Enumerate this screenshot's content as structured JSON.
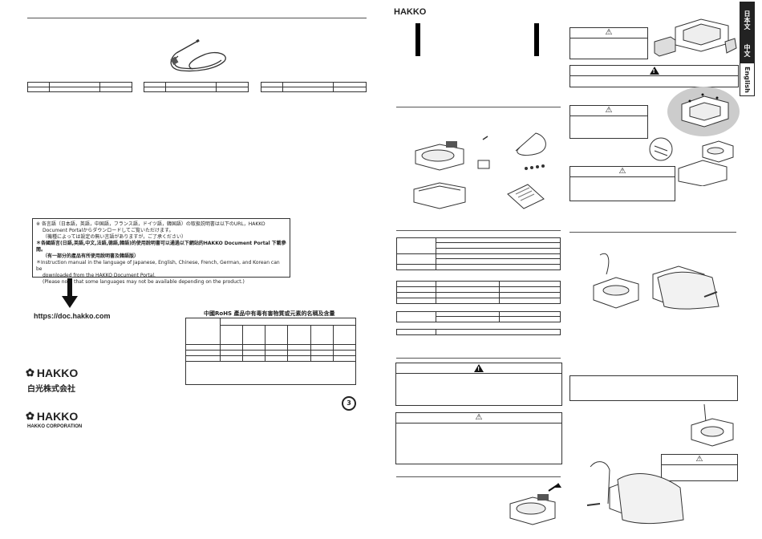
{
  "notice": {
    "line1": "※ 各言語（日本語，英語，中国語，フランス語，ドイツ語，韓国語）の取扱説明書は以下のURL，HAKKO",
    "line2": "Document Portalからダウンロードしてご覧いただけます。",
    "line3": "（機種によっては設定の無い言語がありますが，ご了承ください）",
    "line4": "＊各國語言(日語,英語,中文,法語,德語,韓語)的使用說明書可以通過以下網站的HAKKO Document Portal 下載參閱。",
    "line5": "（有一部分的產品有所使用說明書及韓語版）",
    "line6": "＊Instruction manual in the language of Japanese, English, Chinese, French, German, and Korean can be",
    "line7": "downloaded from the HAKKO Document Portal.",
    "line8": "(Please note that some languages may not be available depending on the product.)"
  },
  "url": "https://doc.hakko.com",
  "rohs_title": "中國RoHS 產品中有毒有害物質或元素的名稱及含量",
  "logos": {
    "hakko": "HAKKO",
    "hakko_jp_company": "白光株式会社",
    "hakko_corp": "HAKKO CORPORATION",
    "top_logo": "HAKKO"
  },
  "recycle_mark": "3",
  "tabs": {
    "japanese": "日本文",
    "chinese": "中文",
    "english": "English"
  },
  "warning_symbol": "!",
  "caution_symbol": "⚠",
  "colors": {
    "ink": "#222222",
    "tab_dark": "#222222",
    "shade": "#cccccc"
  }
}
